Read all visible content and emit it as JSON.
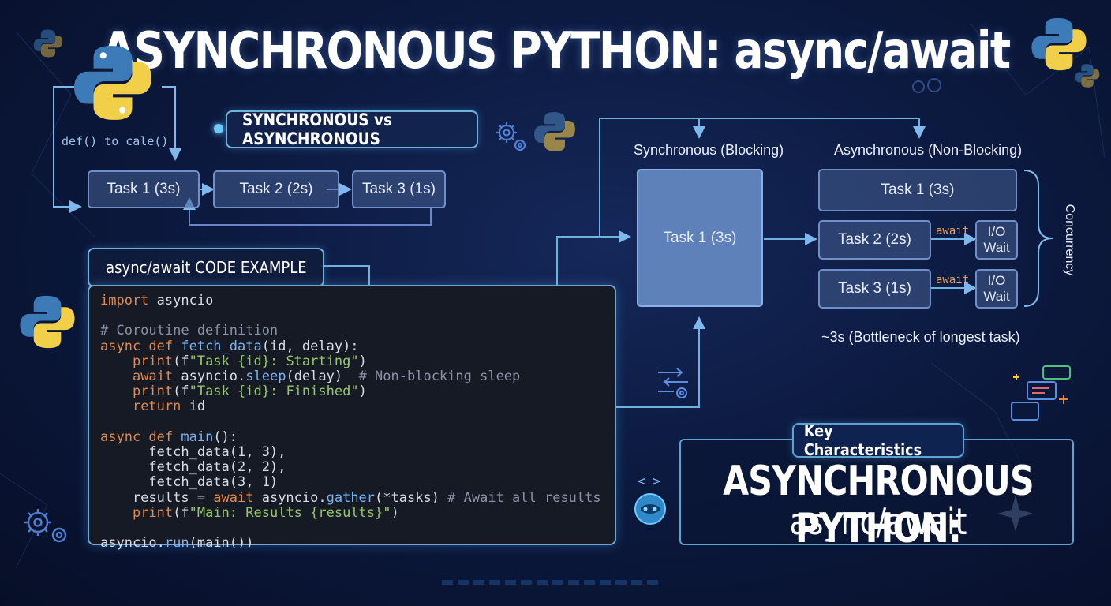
{
  "title": "ASYNCHRONOUS PYTHON: async/await",
  "python_icon_label": "def() to cale()",
  "sync_vs_async_label": "SYNCHRONOUS vs ASYNCHRONOUS",
  "top_tasks": [
    "Task 1 (3s)",
    "Task 2 (2s)",
    "Task 3 (1s)"
  ],
  "code_panel": {
    "label": "async/await CODE EXAMPLE",
    "lines": [
      [
        {
          "t": "import",
          "c": "kw"
        },
        {
          "t": " asyncio",
          "c": ""
        }
      ],
      [],
      [
        {
          "t": "# Coroutine definition",
          "c": "cm"
        }
      ],
      [
        {
          "t": "async def ",
          "c": "kw"
        },
        {
          "t": "fetch_data",
          "c": "fn"
        },
        {
          "t": "(id, delay):",
          "c": ""
        }
      ],
      [
        {
          "t": "    ",
          "c": ""
        },
        {
          "t": "print",
          "c": "kw"
        },
        {
          "t": "(f",
          "c": ""
        },
        {
          "t": "\"Task {id}: Starting\"",
          "c": "str"
        },
        {
          "t": ")",
          "c": ""
        }
      ],
      [
        {
          "t": "    ",
          "c": ""
        },
        {
          "t": "await",
          "c": "kw"
        },
        {
          "t": " asyncio.",
          "c": ""
        },
        {
          "t": "sleep",
          "c": "fn"
        },
        {
          "t": "(delay)  ",
          "c": ""
        },
        {
          "t": "# Non-blocking sleep",
          "c": "cm"
        }
      ],
      [
        {
          "t": "    ",
          "c": ""
        },
        {
          "t": "print",
          "c": "kw"
        },
        {
          "t": "(f",
          "c": ""
        },
        {
          "t": "\"Task {id}: Finished\"",
          "c": "str"
        },
        {
          "t": ")",
          "c": ""
        }
      ],
      [
        {
          "t": "    ",
          "c": ""
        },
        {
          "t": "return",
          "c": "kw"
        },
        {
          "t": " id",
          "c": ""
        }
      ],
      [],
      [
        {
          "t": "async def ",
          "c": "kw"
        },
        {
          "t": "main",
          "c": "fn"
        },
        {
          "t": "():",
          "c": ""
        }
      ],
      [
        {
          "t": "      fetch_data(1, 3),",
          "c": ""
        }
      ],
      [
        {
          "t": "      fetch_data(2, 2),",
          "c": ""
        }
      ],
      [
        {
          "t": "      fetch_data(3, 1)",
          "c": ""
        }
      ],
      [
        {
          "t": "    results = ",
          "c": ""
        },
        {
          "t": "await",
          "c": "kw"
        },
        {
          "t": " asyncio.",
          "c": ""
        },
        {
          "t": "gather",
          "c": "fn"
        },
        {
          "t": "(*tasks) ",
          "c": ""
        },
        {
          "t": "# Await all results",
          "c": "cm"
        }
      ],
      [
        {
          "t": "    ",
          "c": ""
        },
        {
          "t": "print",
          "c": "kw"
        },
        {
          "t": "(f",
          "c": ""
        },
        {
          "t": "\"Main: Results {results}\"",
          "c": "str"
        },
        {
          "t": ")",
          "c": ""
        }
      ],
      [],
      [
        {
          "t": "asyncio.",
          "c": ""
        },
        {
          "t": "run",
          "c": "fn"
        },
        {
          "t": "(main())",
          "c": ""
        }
      ]
    ]
  },
  "sync_section": {
    "label": "Synchronous (Blocking)",
    "task": "Task 1 (3s)"
  },
  "async_section": {
    "label": "Asynchronous (Non-Blocking)",
    "tasks": [
      "Task 1 (3s)",
      "Task 2 (2s)",
      "Task 3 (1s)"
    ],
    "await_label": "await",
    "io_label_line1": "I/O",
    "io_label_line2": "Wait",
    "concurrency_label": "Concurrency",
    "bottleneck_note": "~3s (Bottleneck of longest task)"
  },
  "key_box": {
    "label": "Key Characteristics",
    "line1": "ASYNCHRONOUS PYTHON:",
    "line2": "async/await"
  },
  "colors": {
    "accent": "#6fb2e0",
    "task_fill": "#46608f",
    "code_bg": "#161a24",
    "await": "#e6a35a"
  },
  "icons": [
    "python-logo-icon",
    "gear-icon",
    "code-brackets-icon",
    "flowchart-icon",
    "sparkle-icon"
  ]
}
